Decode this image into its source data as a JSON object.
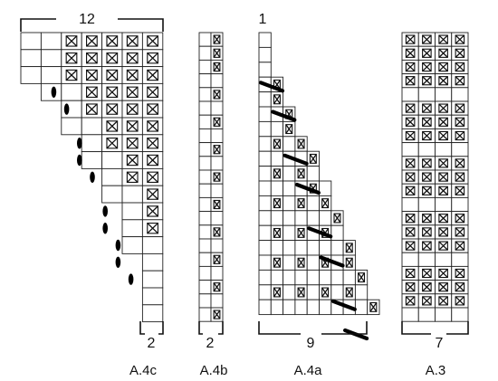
{
  "charts": {
    "A_4c": {
      "name": "A.4c",
      "top_count": "12",
      "bottom_count": "2",
      "rows": [
        "BBXXXXX",
        "BBXXXXX",
        "BBXXXXX",
        "-BBXXXX",
        "--BXXXX",
        "--BBXXX",
        "---BXXX",
        "---BBXX",
        "----BXX",
        "----BBX",
        "-----BX",
        "-----BX",
        "-----BB",
        "------B",
        "------B",
        "------B",
        "------B"
      ],
      "dots": [
        {
          "row": 3,
          "col": 2
        },
        {
          "row": 4,
          "col": 3
        },
        {
          "row": 6,
          "col": 4
        },
        {
          "row": 7,
          "col": 4
        },
        {
          "row": 8,
          "col": 5
        },
        {
          "row": 10,
          "col": 6
        },
        {
          "row": 11,
          "col": 6
        },
        {
          "row": 12,
          "col": 7
        },
        {
          "row": 13,
          "col": 7
        },
        {
          "row": 14,
          "col": 8
        }
      ]
    },
    "A_4b": {
      "name": "A.4b",
      "bottom_count": "2",
      "rows": [
        "BX",
        "BX",
        "BX",
        "BB",
        "BX",
        "BB",
        "BX",
        "BB",
        "BX",
        "BB",
        "BX",
        "BB",
        "BX",
        "BB",
        "BX",
        "BB",
        "BX",
        "BB",
        "BX",
        "BB",
        "BX"
      ]
    },
    "A_4a": {
      "name": "A.4a",
      "top_count": "1",
      "bottom_count": "9",
      "rows": [
        "B--------",
        "B--------",
        "B--------",
        "BX-------",
        "BX-------",
        "BBX------",
        "BBX------",
        "BXBX-----",
        "BBBBX----",
        "BXBXB----",
        "BBBBXB---",
        "BXBXBX---",
        "BBBBBBX--",
        "BXBXBXB--",
        "BBBBBBBX-",
        "BXBXBXBX-",
        "BBBBBBBBX",
        "BXBXBXBXB",
        "BBBBBBBBBX"
      ],
      "slashes": [
        {
          "row": 3,
          "col": 0
        },
        {
          "row": 5,
          "col": 1
        },
        {
          "row": 8,
          "col": 2
        },
        {
          "row": 10,
          "col": 3
        },
        {
          "row": 13,
          "col": 4
        },
        {
          "row": 15,
          "col": 5
        },
        {
          "row": 18,
          "col": 6
        },
        {
          "row": 20,
          "col": 7
        }
      ]
    },
    "A_3": {
      "name": "A.3",
      "bottom_count": "7",
      "rows": [
        "XXXX",
        "XXXX",
        "XXXX",
        "XXXX",
        "BBBB",
        "XXXX",
        "XXXX",
        "XXXX",
        "BBBB",
        "XXXX",
        "XXXX",
        "XXXX",
        "BBBB",
        "XXXX",
        "XXXX",
        "XXXX",
        "BBBB",
        "XXXX",
        "XXXX",
        "XXXX",
        "BBBB"
      ]
    }
  }
}
